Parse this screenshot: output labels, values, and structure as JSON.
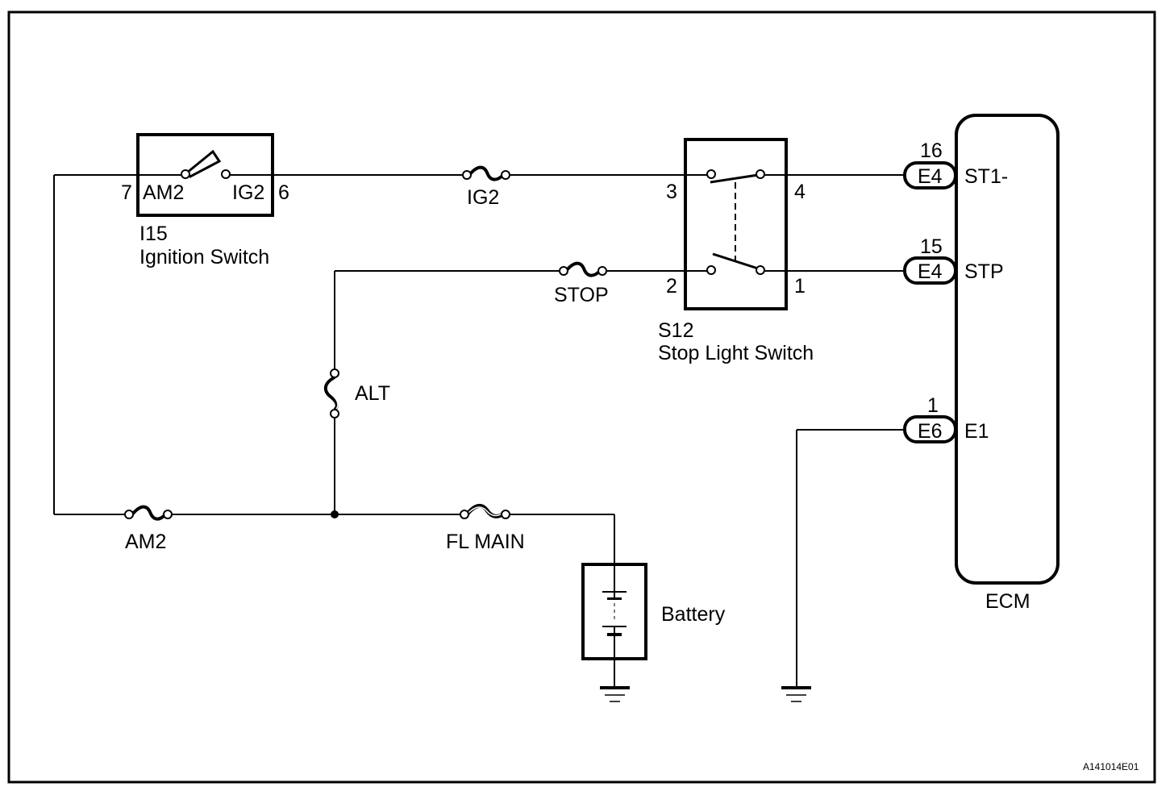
{
  "diagram": {
    "figure_id": "A141014E01",
    "components": {
      "ignition_switch": {
        "ref": "I15",
        "name": "Ignition Switch",
        "pin_left_number": "7",
        "pin_left_label": "AM2",
        "pin_right_label": "IG2",
        "pin_right_number": "6"
      },
      "stop_light_switch": {
        "ref": "S12",
        "name": "Stop Light Switch",
        "pins": {
          "top_left": "3",
          "top_right": "4",
          "bottom_left": "2",
          "bottom_right": "1"
        }
      },
      "ecm": {
        "name": "ECM",
        "connectors": [
          {
            "pin": "16",
            "connector": "E4",
            "signal": "ST1-"
          },
          {
            "pin": "15",
            "connector": "E4",
            "signal": "STP"
          },
          {
            "pin": "1",
            "connector": "E6",
            "signal": "E1"
          }
        ]
      },
      "battery": {
        "name": "Battery"
      }
    },
    "fuses": {
      "ig2": "IG2",
      "stop": "STOP",
      "alt": "ALT",
      "am2": "AM2",
      "fl_main": "FL MAIN"
    }
  }
}
